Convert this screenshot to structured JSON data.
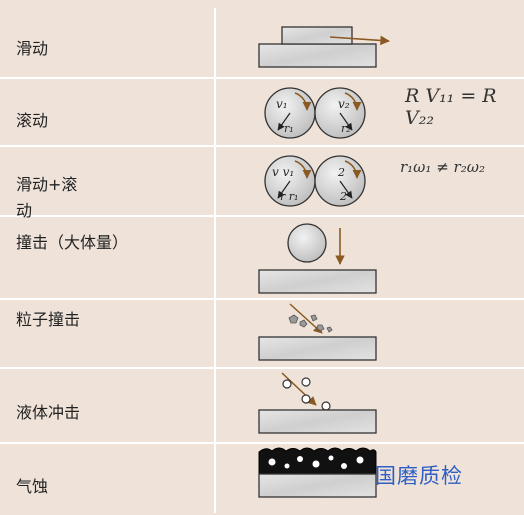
{
  "rows": [
    {
      "label": "滑动"
    },
    {
      "label": "滚动"
    },
    {
      "label": "滑动+滚\n动"
    },
    {
      "label": "撞击（大体量）"
    },
    {
      "label": "粒子撞击"
    },
    {
      "label": "液体冲击"
    },
    {
      "label": "气蚀"
    }
  ],
  "equations": {
    "roll_line1": "R V₁₁ = R",
    "roll_line2": "V₂₂",
    "slide_roll": "r₁ω₁ ≠ r₂ω₂"
  },
  "roller_labels": {
    "left_v": "v₁",
    "left_r": "r₁",
    "right_v": "v₂",
    "right_r": "r₂",
    "sr_left_v": "v v₁",
    "sr_left_r": "r r₁",
    "sr_right_v": "2",
    "sr_right_r": "2"
  },
  "watermark": "国磨质检",
  "colors": {
    "background": "#efe3d9",
    "block": "#d8d8d8",
    "arrow": "#8a5a22"
  }
}
